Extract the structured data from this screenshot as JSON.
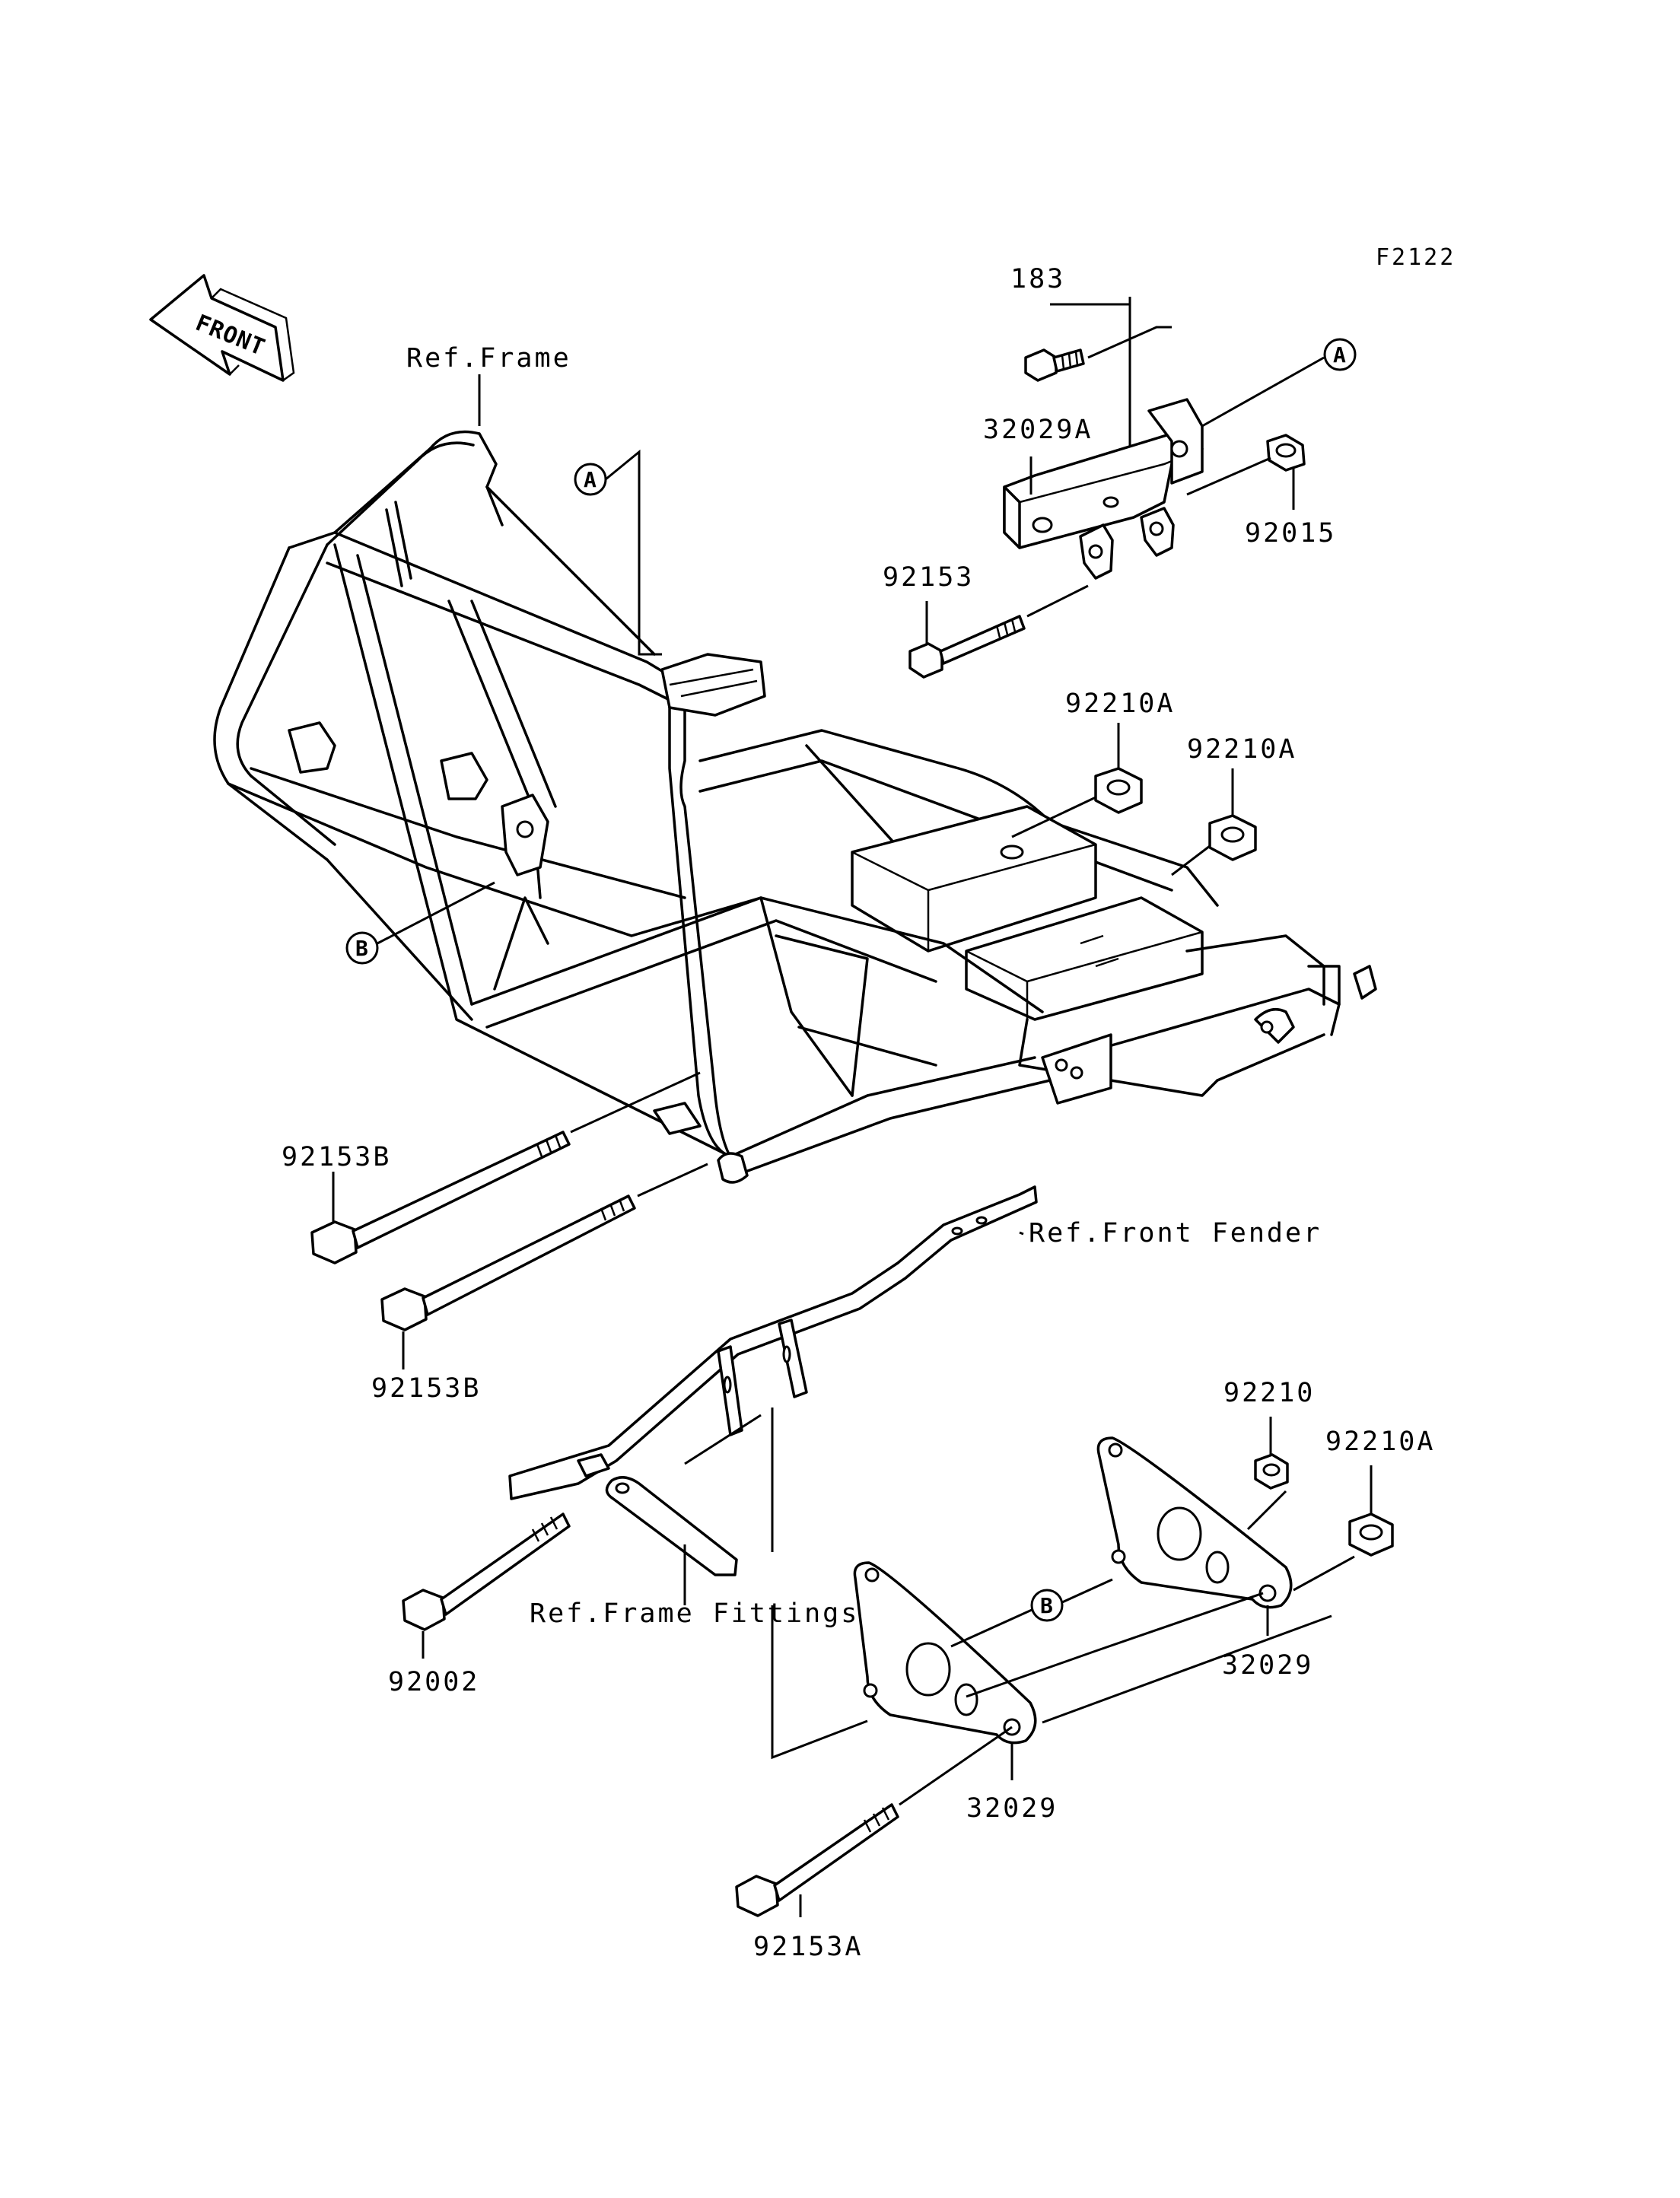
{
  "figure_code": "F2122",
  "front_arrow": {
    "label": "FRONT",
    "icon": "front-arrow-icon"
  },
  "references": {
    "frame": "Ref.Frame",
    "front_fender": "Ref.Front Fender",
    "frame_fittings": "Ref.Frame Fittings"
  },
  "callouts": {
    "a": "A",
    "b": "B"
  },
  "parts": {
    "p183": "183",
    "p32029A": "32029A",
    "p92015": "92015",
    "p92153": "92153",
    "p92210A_1": "92210A",
    "p92210A_2": "92210A",
    "p92153B_1": "92153B",
    "p92153B_2": "92153B",
    "p92210": "92210",
    "p92210A_3": "92210A",
    "p92002": "92002",
    "p32029_1": "32029",
    "p32029_2": "32029",
    "p92153A": "92153A"
  }
}
